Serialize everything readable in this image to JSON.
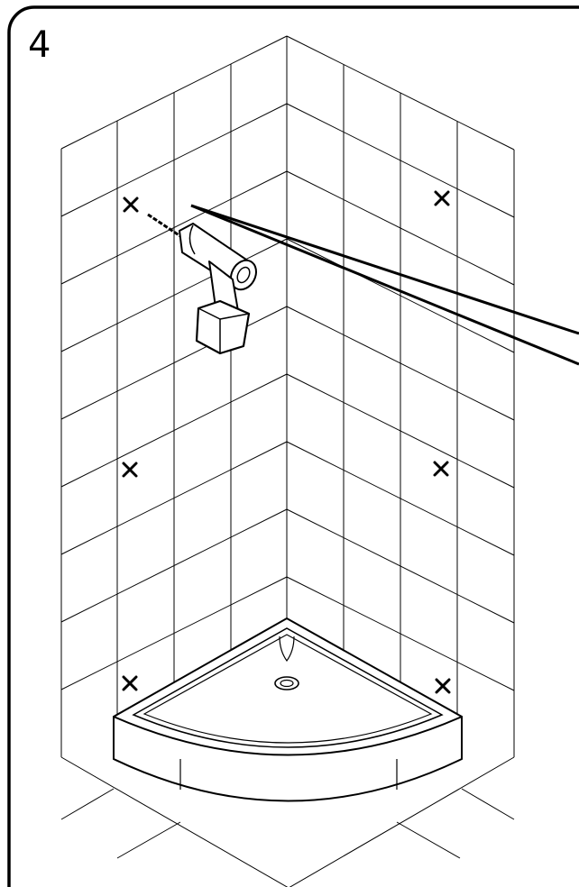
{
  "step": {
    "number": "4"
  },
  "colors": {
    "line": "#000000",
    "paper": "#ffffff"
  },
  "icons": {
    "drill": "cordless-drill-icon",
    "marks": "cross-mark-icon",
    "tray": "quadrant-shower-tray",
    "drain": "drain-hole"
  }
}
